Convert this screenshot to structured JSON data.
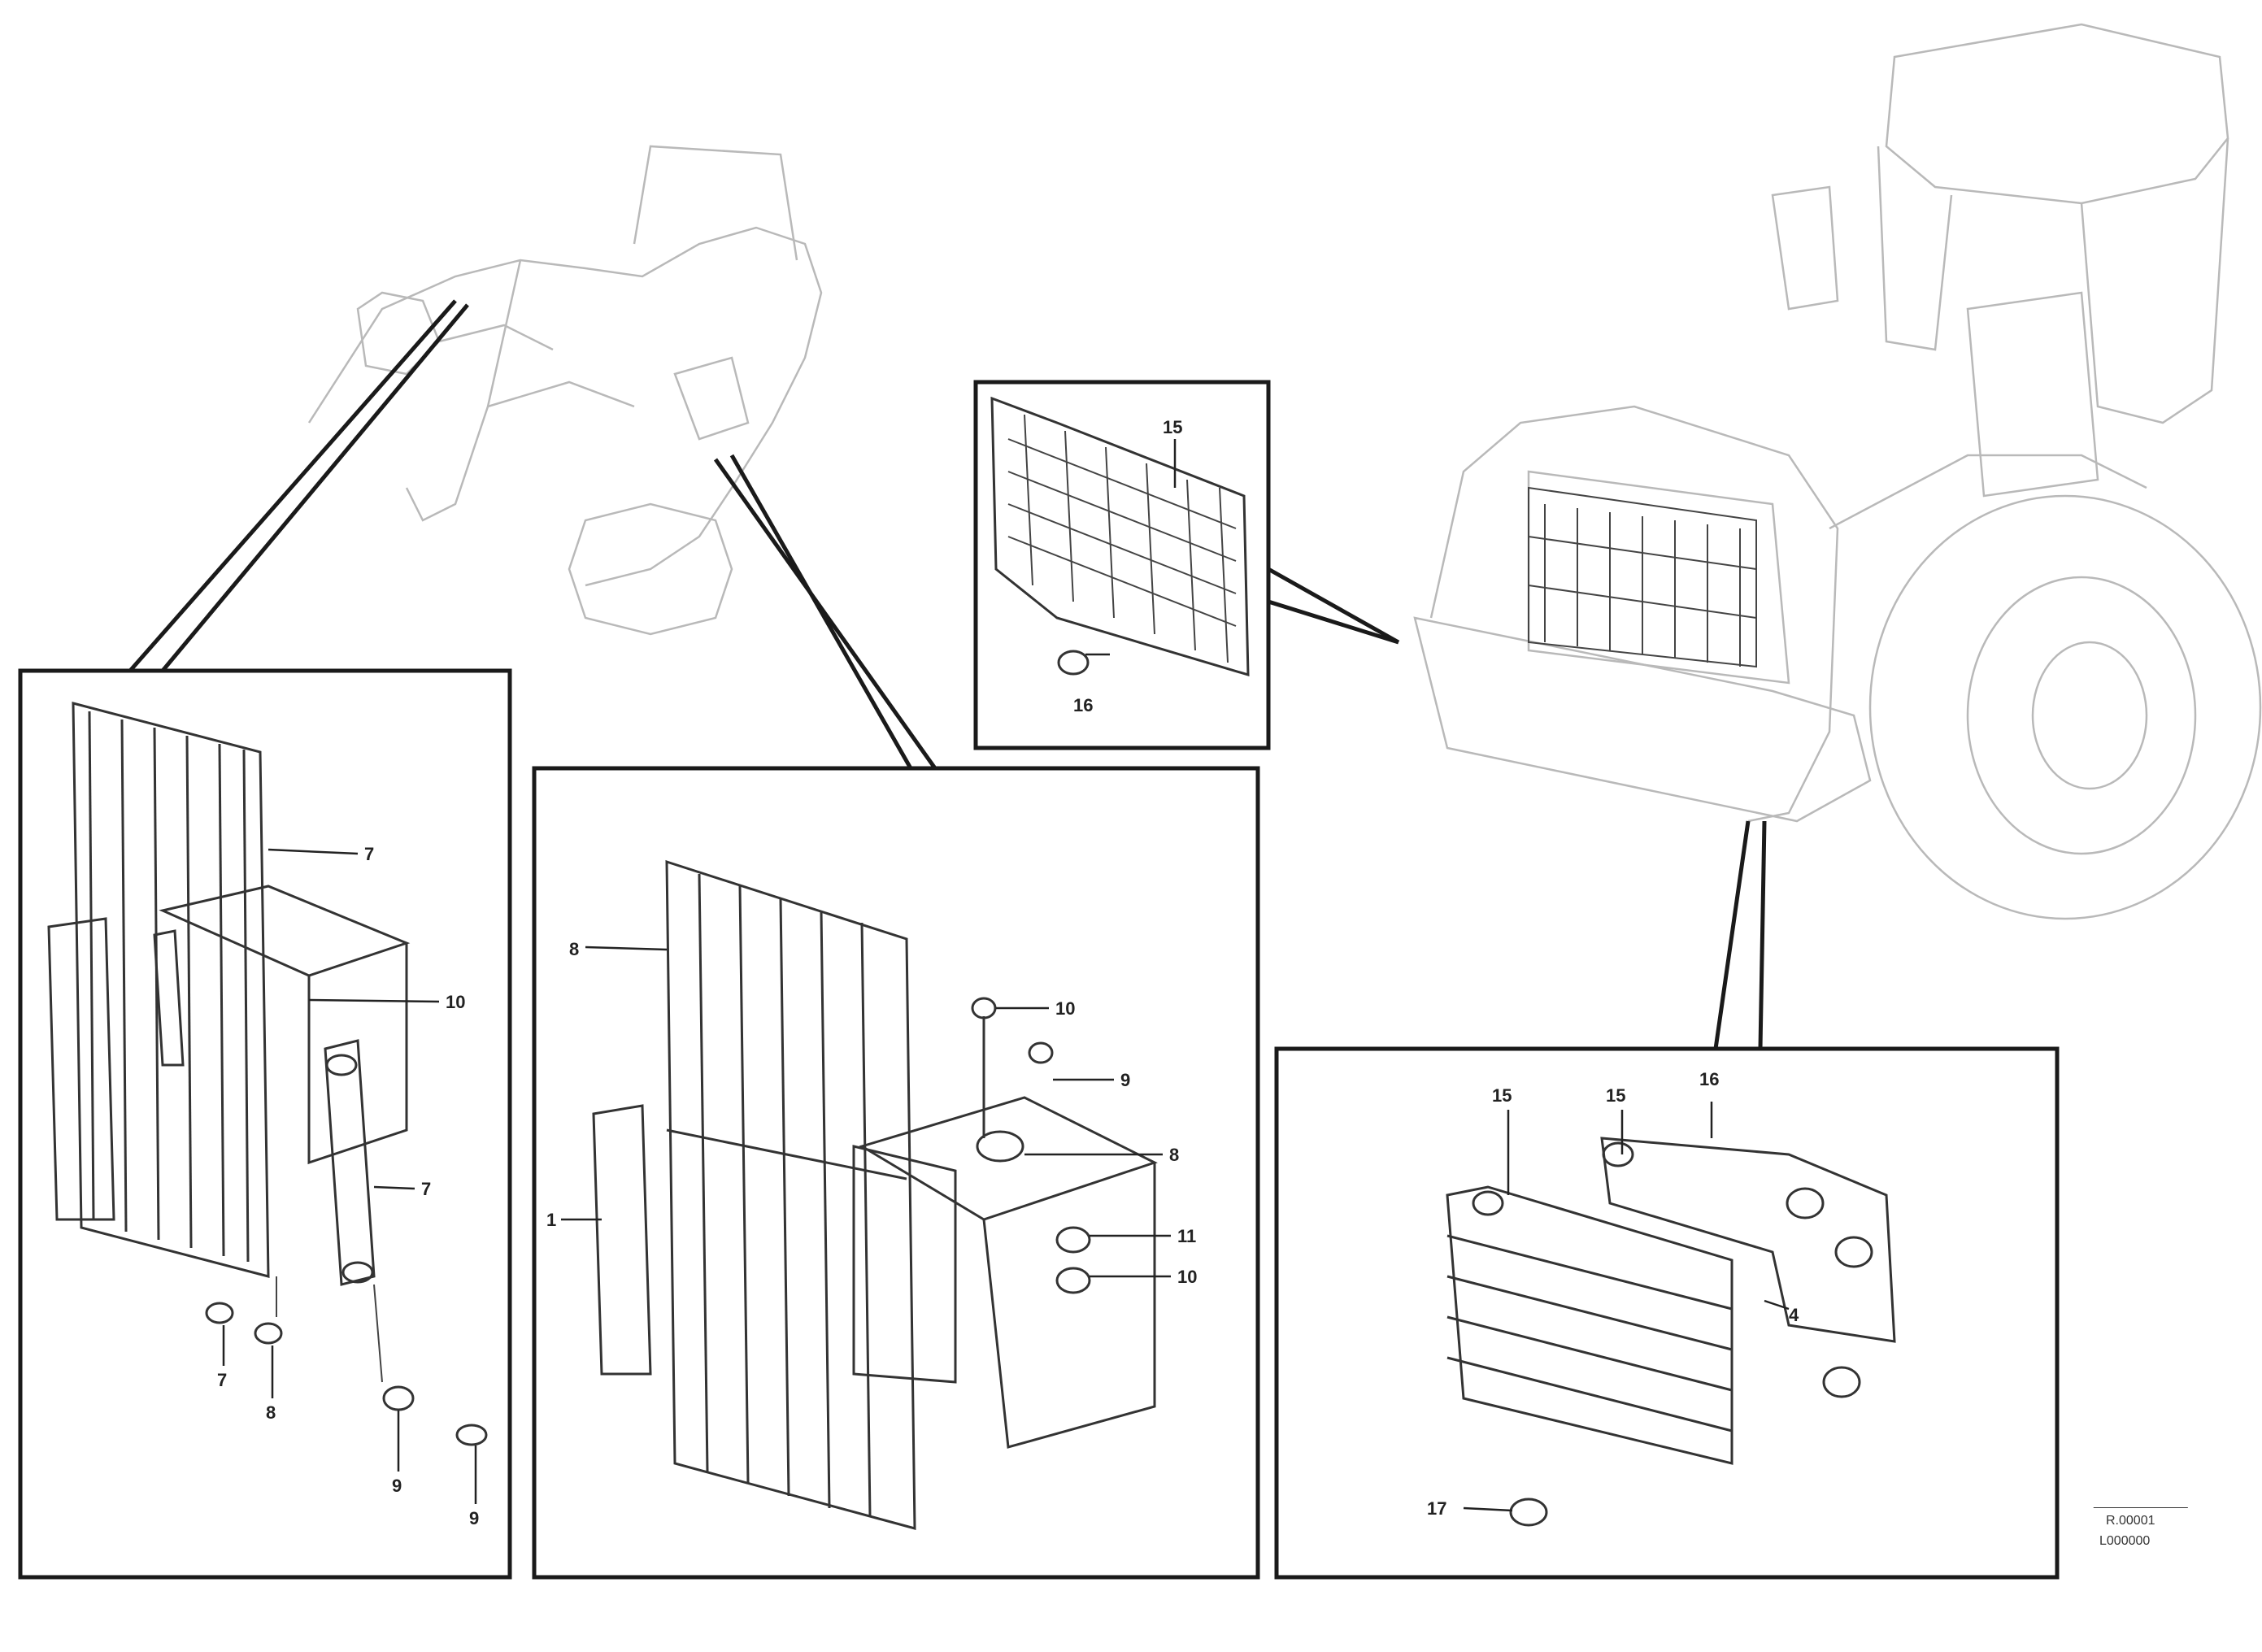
{
  "callouts": {
    "panel_a": [
      "7",
      "10",
      "7",
      "7",
      "8",
      "9",
      "9"
    ],
    "panel_b": [
      "8",
      "10",
      "9",
      "8",
      "1",
      "11",
      "10"
    ],
    "panel_c": [
      "15",
      "16"
    ],
    "panel_d": [
      "15",
      "15",
      "16",
      "4",
      "17"
    ]
  },
  "reference": {
    "line1": "_____________",
    "line2": "R.00001",
    "line3": "L000000"
  }
}
